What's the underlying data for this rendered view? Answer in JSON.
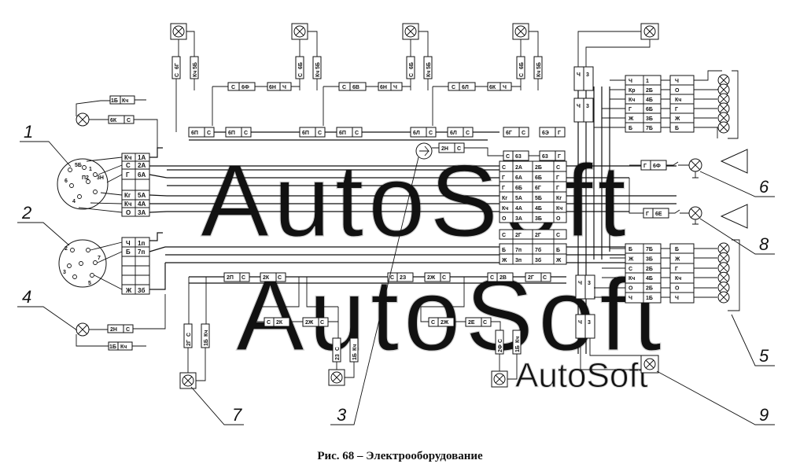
{
  "caption": "Рис. 68 – Электрооборудование",
  "watermark": "AutoSoft",
  "callouts": [
    "1",
    "2",
    "3",
    "4",
    "5",
    "6",
    "7",
    "8",
    "9"
  ],
  "connector_1_labels": [
    "Кч",
    "1А",
    "С",
    "2А",
    "Г",
    "6А",
    "Кг",
    "5А",
    "Кч",
    "4А",
    "О",
    "3А"
  ],
  "connector_2_labels": [
    "Ч",
    "1п",
    "Б",
    "7п",
    "Ж",
    "3б"
  ],
  "socket_pins": [
    "1",
    "2",
    "3",
    "4",
    "5",
    "6",
    "7",
    "5Б",
    "3Н",
    "П2"
  ],
  "mid_block_labels": [
    "С",
    "2А",
    "2Б",
    "С",
    "Г",
    "6А",
    "6Б",
    "Г",
    "Г",
    "6Б",
    "6Г",
    "Г",
    "Кг",
    "5А",
    "5Б",
    "Кг",
    "Кч",
    "4А",
    "4Б",
    "Кч",
    "О",
    "3А",
    "3Б",
    "О"
  ],
  "mid_lower_labels": [
    "С",
    "2Г",
    "2Г",
    "С",
    "Б",
    "7п",
    "7б",
    "Б",
    "Ж",
    "3п",
    "3б",
    "Ж"
  ],
  "top_row_labels": [
    "6П",
    "С",
    "6П",
    "С",
    "6П",
    "С",
    "6П",
    "С",
    "6Л",
    "С",
    "6Л",
    "С",
    "6Г",
    "С",
    "6Э",
    "Г",
    "С",
    "63",
    "63",
    "Г",
    "2Н",
    "С"
  ],
  "top_chain_labels": [
    "С",
    "6Ф",
    "6Н",
    "Ч",
    "С",
    "6В",
    "6Н",
    "Ч",
    "С",
    "6Л",
    "6К",
    "Ч"
  ],
  "lamp_plugs_top": [
    "С",
    "6Г",
    "Кч",
    "5Б",
    "С",
    "6Б",
    "Кч",
    "5Б",
    "С",
    "6Б",
    "Кч",
    "5Б",
    "С",
    "6Б",
    "Кч",
    "5Б"
  ],
  "lower_row_labels": [
    "2П",
    "С",
    "2К",
    "С",
    "С",
    "2З",
    "2Ж",
    "С",
    "С",
    "2В",
    "2Г",
    "С",
    "С",
    "2К",
    "2Ж",
    "С",
    "С",
    "2Ж",
    "2Е",
    "С"
  ],
  "lower_plug_labels": [
    "2Г",
    "С",
    "1Б",
    "Кч",
    "23",
    "С",
    "1Б",
    "Кч",
    "2Ф",
    "С",
    "1Б",
    "Кч"
  ],
  "left_top_labels": [
    "1Б",
    "Кч",
    "6К",
    "С"
  ],
  "left_bottom_labels": [
    "2Н",
    "С",
    "1Б",
    "Кч"
  ],
  "right_upper_labels": [
    "Ч",
    "1",
    "Кр",
    "2Б",
    "Кч",
    "4Б",
    "Г",
    "6Б",
    "Ж",
    "3Б",
    "Б",
    "7Б"
  ],
  "right_upper_out": [
    "Ч",
    "О",
    "Кч",
    "Г",
    "Ж",
    "Б"
  ],
  "right_lower_labels": [
    "Б",
    "7Б",
    "Ж",
    "3Б",
    "С",
    "2Б",
    "Кч",
    "4Б",
    "О",
    "2Б",
    "Ч",
    "1Б"
  ],
  "right_lower_out": [
    "Б",
    "Ж",
    "Г",
    "Кч",
    "О",
    "Ч"
  ],
  "side_labels": [
    "Г",
    "6Ф",
    "Г",
    "6Е"
  ],
  "vertical_plug_labels": [
    "Ч",
    "3",
    "Ч",
    "3",
    "Ч",
    "3",
    "Ч",
    "3"
  ]
}
